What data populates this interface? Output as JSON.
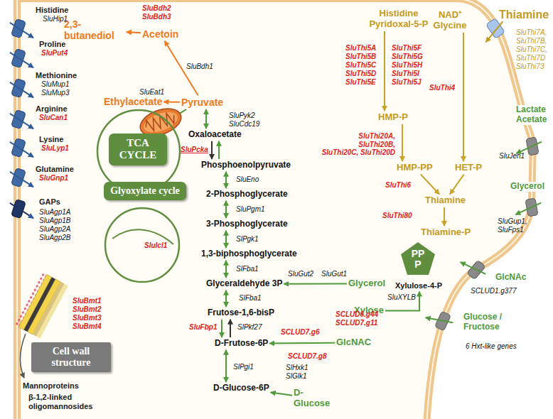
{
  "diagram": {
    "nodes": [
      {
        "text": [
          "2,3-butanediol"
        ]
      },
      {
        "text": [
          "Acetoin"
        ]
      },
      {
        "text": [
          "Ethylacetate"
        ]
      },
      {
        "text": [
          "Pyruvate"
        ]
      },
      {
        "text": [
          "Oxaloacetate"
        ]
      },
      {
        "text": [
          "Phosphoenolpyruvate"
        ]
      },
      {
        "text": [
          "2-Phosphoglycerate"
        ]
      },
      {
        "text": [
          "3-Phosphoglycerate"
        ]
      },
      {
        "text": [
          "1,3-biphosphoglycerate"
        ]
      },
      {
        "text": [
          "Glyceraldehyde 3P"
        ]
      },
      {
        "text": [
          "Frutose-1,6-bisP"
        ]
      },
      {
        "text": [
          "D-Frutose-6P"
        ]
      },
      {
        "text": [
          "D-Glucose-6P"
        ]
      },
      {
        "text": [
          "D-Glucose"
        ]
      },
      {
        "text": [
          "Glycerol"
        ]
      },
      {
        "text": [
          "GlcNAC"
        ]
      },
      {
        "text": [
          "Xylulose-4-P"
        ]
      },
      {
        "text": [
          "Xylose"
        ]
      },
      {
        "text": [
          "Histidine Pyridoxal-5-P"
        ]
      },
      {
        "text": [
          "NAD⁺ Glycine"
        ]
      },
      {
        "text": [
          "HMP-P"
        ]
      },
      {
        "text": [
          "HMP-PP"
        ]
      },
      {
        "text": [
          "HET-P"
        ]
      },
      {
        "text": [
          "Thiamine"
        ]
      },
      {
        "text": [
          "Thiamine-P"
        ]
      },
      {
        "text": [
          "TCA CYCLE"
        ]
      },
      {
        "text": [
          "Glyoxylate cycle"
        ]
      },
      {
        "text": [
          "Cell wall structure"
        ]
      },
      {
        "text": [
          "PPP"
        ]
      }
    ],
    "edges": [
      {
        "from": 1,
        "to": 0,
        "arrow": "to"
      },
      {
        "from": 3,
        "to": 1,
        "arrow": "to"
      },
      {
        "from": 3,
        "to": 2,
        "arrow": "to"
      },
      {
        "from": 3,
        "to": 4,
        "arrow": "both"
      },
      {
        "from": 4,
        "to": 5,
        "arrow": "to"
      },
      {
        "from": 5,
        "to": 4,
        "arrow": "to"
      },
      {
        "from": 5,
        "to": 6,
        "arrow": "both"
      },
      {
        "from": 6,
        "to": 7,
        "arrow": "both"
      },
      {
        "from": 7,
        "to": 8,
        "arrow": "both"
      },
      {
        "from": 8,
        "to": 9,
        "arrow": "both"
      },
      {
        "from": 9,
        "to": 10,
        "arrow": "both"
      },
      {
        "from": 10,
        "to": 11,
        "arrow": "to"
      },
      {
        "from": 11,
        "to": 10,
        "arrow": "to"
      },
      {
        "from": 12,
        "to": 11,
        "arrow": "both"
      },
      {
        "from": 13,
        "to": 12,
        "arrow": "to"
      },
      {
        "from": 14,
        "to": 9,
        "arrow": "to"
      },
      {
        "from": 15,
        "to": 11,
        "arrow": "to"
      },
      {
        "from": 17,
        "to": 16,
        "arrow": "to"
      },
      {
        "from": 18,
        "to": 20,
        "arrow": "to"
      },
      {
        "from": 20,
        "to": 21,
        "arrow": "to"
      },
      {
        "from": 19,
        "to": 22,
        "arrow": "to"
      },
      {
        "from": 21,
        "to": 23,
        "arrow": "to"
      },
      {
        "from": 22,
        "to": 23,
        "arrow": "to"
      },
      {
        "from": 23,
        "to": 24,
        "arrow": "to"
      }
    ],
    "labels": [
      "Histidine",
      "SluHip1",
      "Proline",
      "SluPut4",
      "Methionine",
      "SluMup1",
      "SluMup3",
      "Arginine",
      "SluCan1",
      "Lysine",
      "SluLyp1",
      "Glutamine",
      "SluGnp1",
      "GAPs",
      "SluAgp1A",
      "SluAgp1B",
      "SluAgp2A",
      "SluAgp2B",
      "SluBdh2",
      "SluBdh3",
      "SluBdh1",
      "SluEat1",
      "SluPyk2",
      "SluCdc19",
      "SluPcka",
      "SluEno",
      "SluPgm1",
      "SlPgk1",
      "SlFba1",
      "SlFba1",
      "SluFbp1",
      "SlPkf27",
      "SlPgi1",
      "SlHxk1",
      "SlGlk1",
      "SluGut2",
      "SluGut1",
      "SCLUD6.g44",
      "SCLUD7.g11",
      "SCLUD7.g6",
      "SCLUD7.g8",
      "SluIcl1",
      "SluBmt1",
      "SluBmt2",
      "SluBmt3",
      "SluBmt4",
      "Mannoproteins",
      "β-1,2-linked oligomannosides",
      "SluXYLB",
      "SluThi5A",
      "SluThi5B",
      "SluThi5C",
      "SluThi5D",
      "SluThi5E",
      "SluThi5F",
      "SluThi5G",
      "SluThi5H",
      "SluThi5I",
      "SluThi5J",
      "SluThi20A, SluThi20B, SluThi20C, SluThi20D",
      "SluThi4",
      "SluThi6",
      "SluThi80",
      "Thiamine",
      "SluThi7A,",
      "SluThi7B,",
      "SluThi7C,",
      "SluThi7D",
      "SluThi73",
      "Lactate Acetate",
      "SluJen1",
      "Glycerol",
      "SluGup1,",
      "SluFps1",
      "GlcNAc",
      "SCLUD1.g377",
      "Glucose / Fructose",
      "6 Hxt-like genes"
    ]
  }
}
